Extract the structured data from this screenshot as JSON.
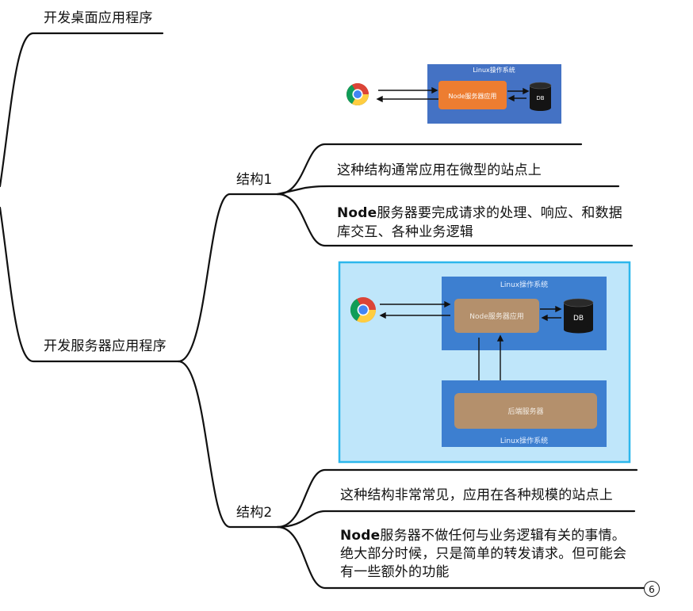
{
  "nodes": {
    "desktop": "开发桌面应用程序",
    "server": "开发服务器应用程序",
    "structure1": "结构1",
    "structure2": "结构2"
  },
  "structure1_notes": {
    "note1": "这种结构通常应用在微型的站点上",
    "note2_bold": "Node",
    "note2_line1_rest": "服务器要完成请求的处理、响应、和数据",
    "note2_line2": "库交互、各种业务逻辑"
  },
  "structure2_notes": {
    "note1": "这种结构非常常见，应用在各种规模的站点上",
    "note2_bold": "Node",
    "note2_line1_rest": "服务器不做任何与业务逻辑有关的事情。",
    "note2_line2": "绝大部分时候，只是简单的转发请求。但可能会",
    "note2_line3": "有一些额外的功能"
  },
  "diagram1": {
    "os_label": "Linux操作系统",
    "app_label": "Node服务器应用",
    "db_label": "DB"
  },
  "diagram2": {
    "os_label_top": "Linux操作系统",
    "app_label": "Node服务器应用",
    "db_label": "DB",
    "backend_label": "后端服务器",
    "os_label_bottom": "Linux操作系统"
  },
  "badge": "6",
  "colors": {
    "os_blue": "#4472c4",
    "os_blue2": "#3d7fd0",
    "app_orange": "#ed7d31",
    "app_tan": "#b4906c",
    "db_black": "#141414",
    "frame_bg": "#bfe6fa",
    "frame_border": "#2db7ec",
    "line": "#111111"
  }
}
